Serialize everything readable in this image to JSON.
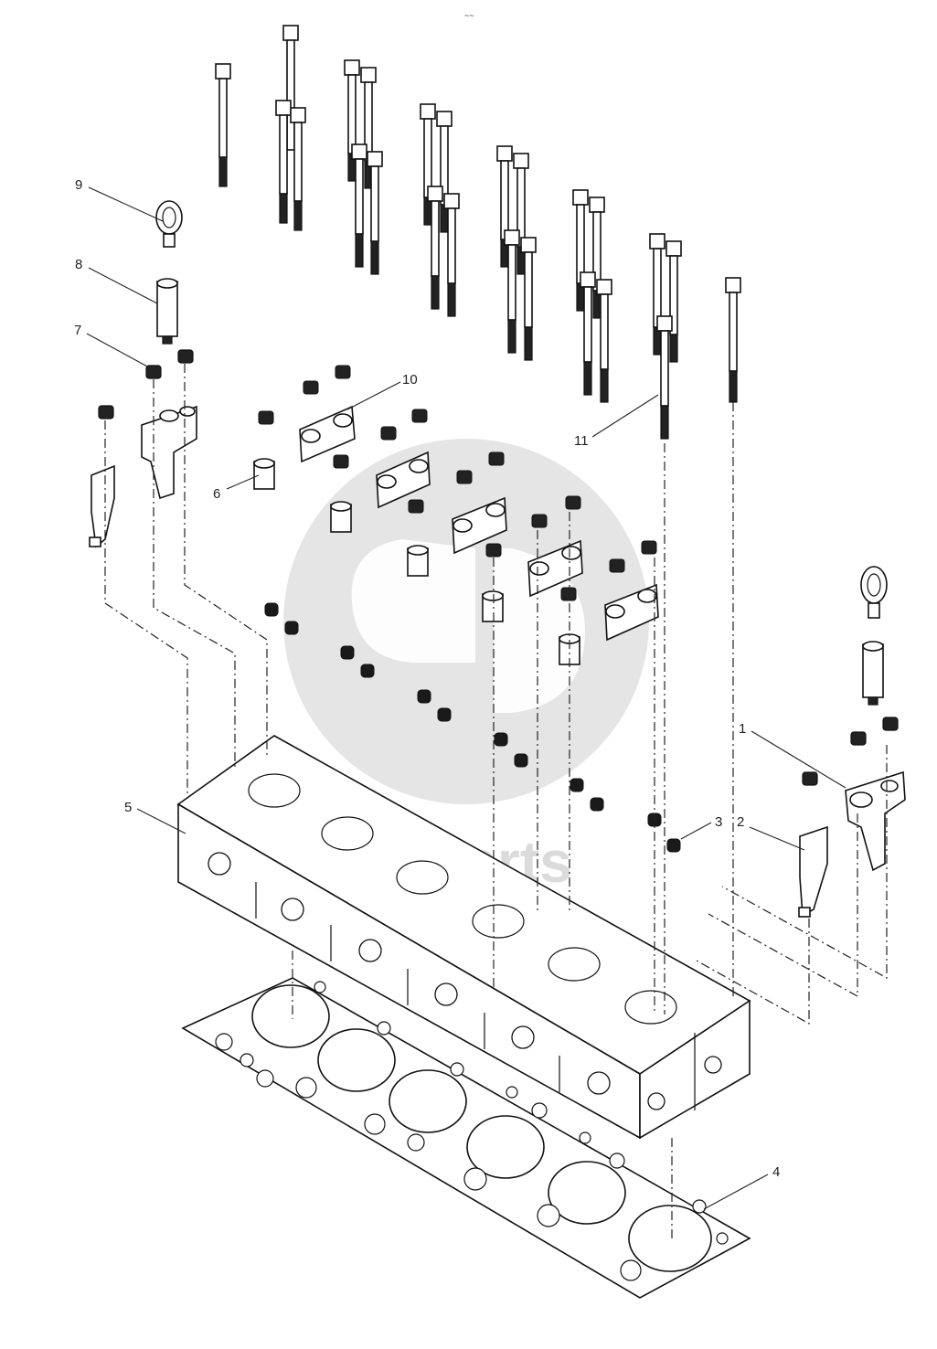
{
  "header_mark": "~~",
  "callouts": [
    {
      "id": "c1",
      "label": "1"
    },
    {
      "id": "c2",
      "label": "2"
    },
    {
      "id": "c3",
      "label": "3"
    },
    {
      "id": "c4",
      "label": "4"
    },
    {
      "id": "c5",
      "label": "5"
    },
    {
      "id": "c6",
      "label": "6"
    },
    {
      "id": "c7",
      "label": "7"
    },
    {
      "id": "c8",
      "label": "8"
    },
    {
      "id": "c9",
      "label": "9"
    },
    {
      "id": "c10",
      "label": "10"
    },
    {
      "id": "c11",
      "label": "11"
    }
  ],
  "watermark": {
    "text": "diesel parts",
    "color": "#c9c9c9"
  },
  "colors": {
    "line": "#111111",
    "background": "#ffffff",
    "watermark": "#c9c9c9"
  }
}
